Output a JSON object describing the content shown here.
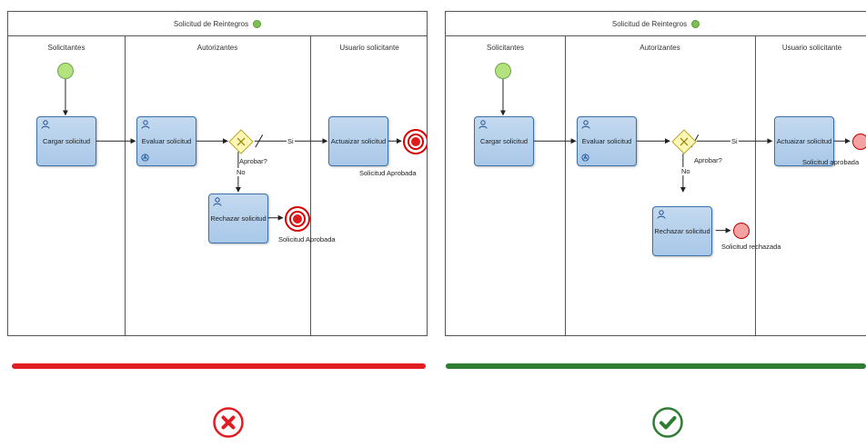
{
  "left": {
    "pool_title": "Solicitud de Reintegros",
    "lanes": [
      "Solicitantes",
      "Autorizantes",
      "Usuario solicitante"
    ],
    "tasks": {
      "cargar": "Cargar solicitud",
      "evaluar": "Evaluar solicitud",
      "actualizar": "Actuaizar solicitud",
      "rechazar": "Rechazar solicitud"
    },
    "gateway_label": "Aprobar?",
    "yes_label": "Si",
    "no_label": "No",
    "end_top_label": "Solicitud Aprobada",
    "end_bottom_label": "Solicitud Aprobada",
    "verdict": "wrong"
  },
  "right": {
    "pool_title": "Solicitud de Reintegros",
    "lanes": [
      "Solicitantes",
      "Autorizantes",
      "Usuario solicitante"
    ],
    "tasks": {
      "cargar": "Cargar solicitud",
      "evaluar": "Evaluar solicitud",
      "actualizar": "Actuaizar solicitud",
      "rechazar": "Rechazar solicitud"
    },
    "gateway_label": "Aprobar?",
    "yes_label": "Si",
    "no_label": "No",
    "end_top_label": "Solicitud aprobada",
    "end_bottom_label": "Solicitud rechazada",
    "verdict": "correct"
  },
  "colors": {
    "wrong": "#e11d24",
    "correct": "#2e7d32",
    "task_border": "#3c6fa7",
    "start_fill": "#b4e27f",
    "end_red": "#d60000"
  },
  "icons": [
    "user-task-icon",
    "service-icon",
    "gateway-exclusive-icon",
    "terminate-end-icon",
    "end-event-icon",
    "cross-icon",
    "check-icon"
  ]
}
